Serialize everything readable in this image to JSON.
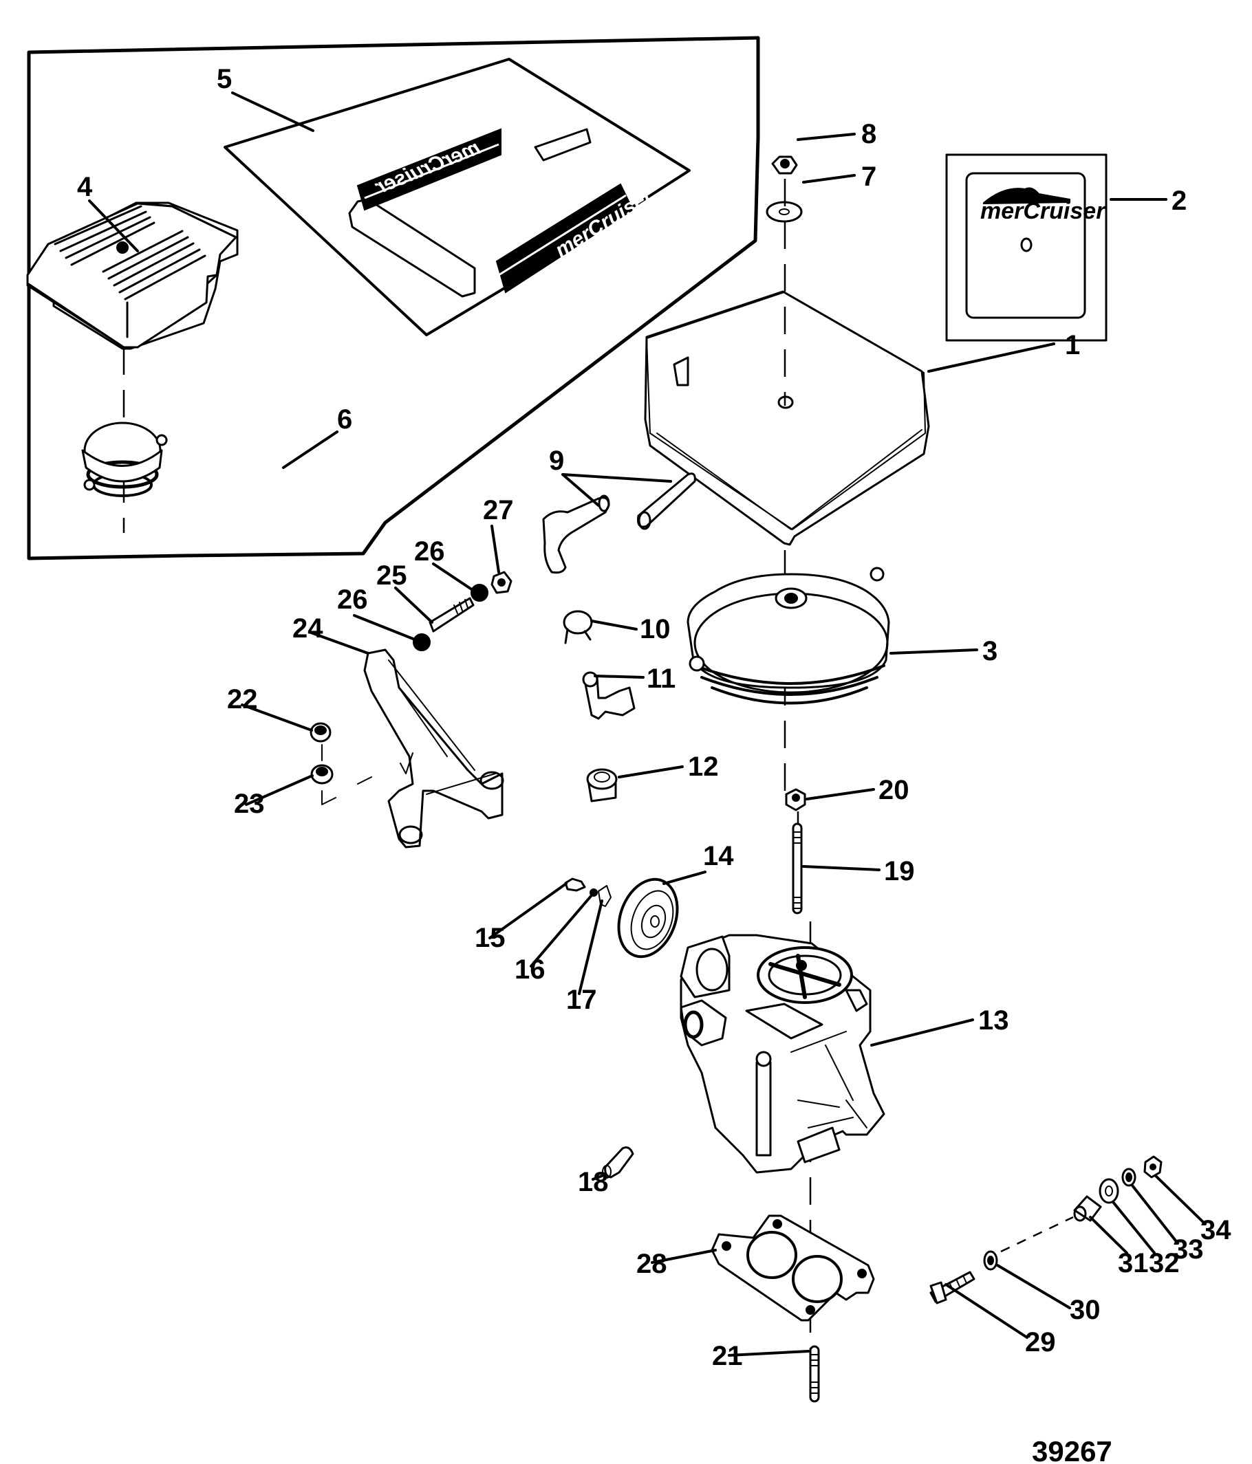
{
  "diagram": {
    "title": "MerCruiser carburetor and flame arrestor exploded parts view",
    "drawing_number": "39267",
    "brand_text": "merCruiser",
    "callouts": [
      {
        "num": "1",
        "name": "flame-arrestor-cover"
      },
      {
        "num": "2",
        "name": "cover-decal"
      },
      {
        "num": "3",
        "name": "flame-arrestor"
      },
      {
        "num": "4",
        "name": "finned-cover"
      },
      {
        "num": "5",
        "name": "finned-cover-decal"
      },
      {
        "num": "6",
        "name": "inset-flame-arrestor"
      },
      {
        "num": "7",
        "name": "washer"
      },
      {
        "num": "8",
        "name": "nut"
      },
      {
        "num": "9",
        "name": "hoses"
      },
      {
        "num": "10",
        "name": "hose-clamp"
      },
      {
        "num": "11",
        "name": "elbow-fitting"
      },
      {
        "num": "12",
        "name": "plug"
      },
      {
        "num": "13",
        "name": "carburetor"
      },
      {
        "num": "14",
        "name": "diaphragm-cover"
      },
      {
        "num": "15",
        "name": "screw"
      },
      {
        "num": "16",
        "name": "lockwasher"
      },
      {
        "num": "17",
        "name": "bracket"
      },
      {
        "num": "18",
        "name": "fuel-filter"
      },
      {
        "num": "19",
        "name": "long-stud"
      },
      {
        "num": "20",
        "name": "stud-nut"
      },
      {
        "num": "21",
        "name": "short-stud"
      },
      {
        "num": "22",
        "name": "nut-upper"
      },
      {
        "num": "23",
        "name": "nut-lower"
      },
      {
        "num": "24",
        "name": "throttle-bracket"
      },
      {
        "num": "25",
        "name": "bracket-stud"
      },
      {
        "num": "26",
        "name": "stud-lockwasher-outer"
      },
      {
        "num": "26",
        "name": "stud-lockwasher-inner"
      },
      {
        "num": "27",
        "name": "stud-nut-small"
      },
      {
        "num": "28",
        "name": "gasket"
      },
      {
        "num": "29",
        "name": "bolt"
      },
      {
        "num": "30",
        "name": "bolt-washer"
      },
      {
        "num": "31",
        "name": "spacer"
      },
      {
        "num": "32",
        "name": "bushing"
      },
      {
        "num": "33",
        "name": "lockwasher-small"
      },
      {
        "num": "34",
        "name": "locknut"
      }
    ]
  }
}
